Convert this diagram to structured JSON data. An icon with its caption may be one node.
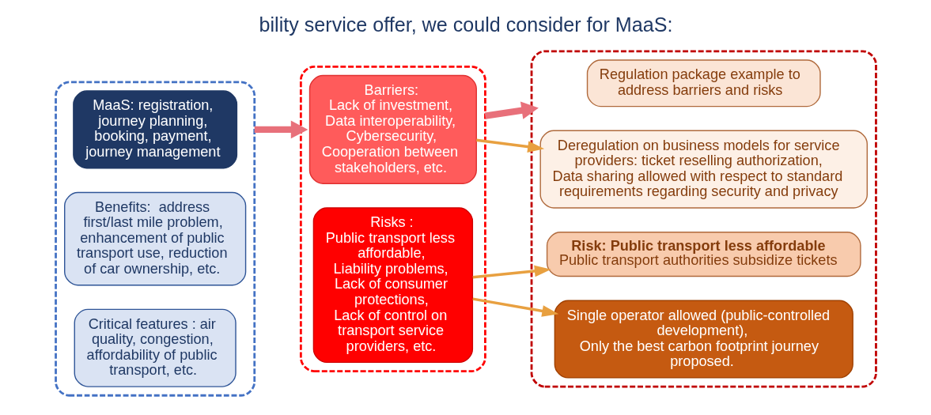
{
  "diagram": {
    "title": "bility service offer, we could consider for MaaS:",
    "nodes": [
      {
        "text": [],
        "shape": "box"
      },
      {
        "text": [
          "MaaS: registration, journey planning, booking, payment, journey management"
        ],
        "in": 0
      },
      {
        "text": [
          "Benefits:  address first/last mile problem, enhancement of public transport use, reduction of car ownership, etc."
        ],
        "in": 0
      },
      {
        "text": [
          "Critical features : air quality, congestion, affordability of public transport, etc."
        ],
        "in": 0
      },
      {
        "text": [],
        "shape": "box"
      },
      {
        "text": [
          "Barriers:",
          "Lack of investment,",
          "Data interoperability,",
          "Cybersecurity,",
          "Cooperation between stakeholders, etc."
        ],
        "in": 4
      },
      {
        "text": [
          "Risks :",
          "Public transport less affordable,",
          "Liability problems,",
          "Lack of consumer protections,",
          "Lack of control on transport service providers, etc."
        ],
        "in": 4
      },
      {
        "text": [],
        "shape": "box"
      },
      {
        "text": [
          "Regulation package example to address barriers and risks"
        ],
        "in": 7
      },
      {
        "text": [
          "Deregulation on business models for service providers: ticket reselling authorization,",
          "Data sharing allowed with respect to standard requirements regarding security and privacy"
        ],
        "in": 7
      },
      {
        "text": [
          "Risk: Public transport less affordable",
          "Public transport authorities subsidize tickets"
        ],
        "in": 7
      },
      {
        "text": [
          "Single operator allowed (public-controlled development),",
          "Only the best carbon footprint journey proposed."
        ],
        "in": 7
      }
    ],
    "edges": [
      {
        "from": 0,
        "to": 4,
        "arrow": "to",
        "style": "thick"
      },
      {
        "from": 4,
        "to": 7,
        "arrow": "to",
        "style": "thick"
      },
      {
        "from": 5,
        "to": 9,
        "arrow": "to"
      },
      {
        "from": 6,
        "to": 10,
        "arrow": "to"
      },
      {
        "from": 6,
        "to": 11,
        "arrow": "to"
      }
    ]
  }
}
